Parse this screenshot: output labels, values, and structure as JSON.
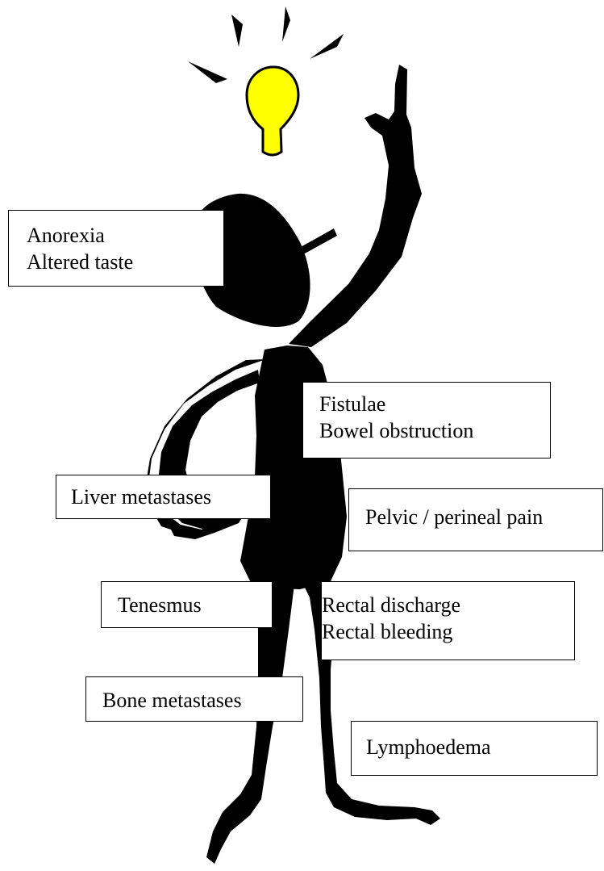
{
  "colors": {
    "figure": "#000000",
    "bulb": "#ffff00",
    "box_border": "#000000",
    "box_fill": "#ffffff"
  },
  "icons": [
    "lightbulb-icon",
    "stick-figure-icon"
  ],
  "labels": {
    "anorexia": [
      "Anorexia",
      "Altered taste"
    ],
    "fistulae": [
      "Fistulae",
      "Bowel obstruction"
    ],
    "liver": "Liver metastases",
    "pelvic": "Pelvic / perineal pain",
    "tenesmus": "Tenesmus",
    "rectal": [
      "Rectal discharge",
      "Rectal bleeding"
    ],
    "bone": "Bone metastases",
    "lymph": "Lymphoedema"
  }
}
